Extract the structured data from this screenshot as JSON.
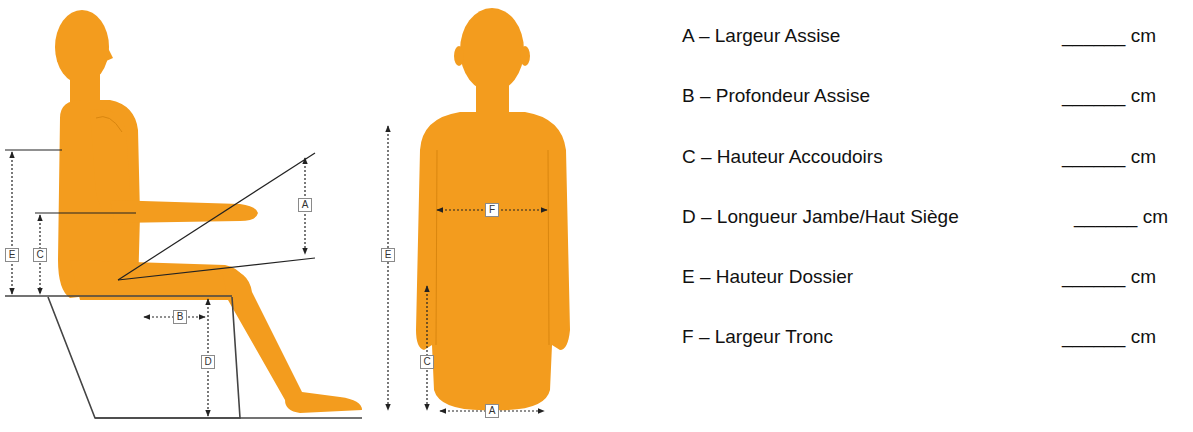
{
  "diagram": {
    "nodes": [
      {
        "text": [
          "E"
        ]
      },
      {
        "text": [
          "C"
        ]
      },
      {
        "text": [
          "B"
        ]
      },
      {
        "text": [
          "D"
        ]
      },
      {
        "text": [
          "A"
        ]
      },
      {
        "text": [
          "E"
        ]
      },
      {
        "text": [
          "F"
        ]
      },
      {
        "text": [
          "C"
        ]
      },
      {
        "text": [
          "A"
        ]
      }
    ],
    "labels": [
      "A – Largeur Assise",
      "______ cm",
      "B – Profondeur Assise",
      "______ cm",
      "C – Hauteur Accoudoirs",
      "______ cm",
      "D – Longueur Jambe/Haut Siège",
      "______ cm",
      "E – Hauteur Dossier",
      "______ cm",
      "F – Largeur Tronc",
      "______ cm"
    ]
  }
}
